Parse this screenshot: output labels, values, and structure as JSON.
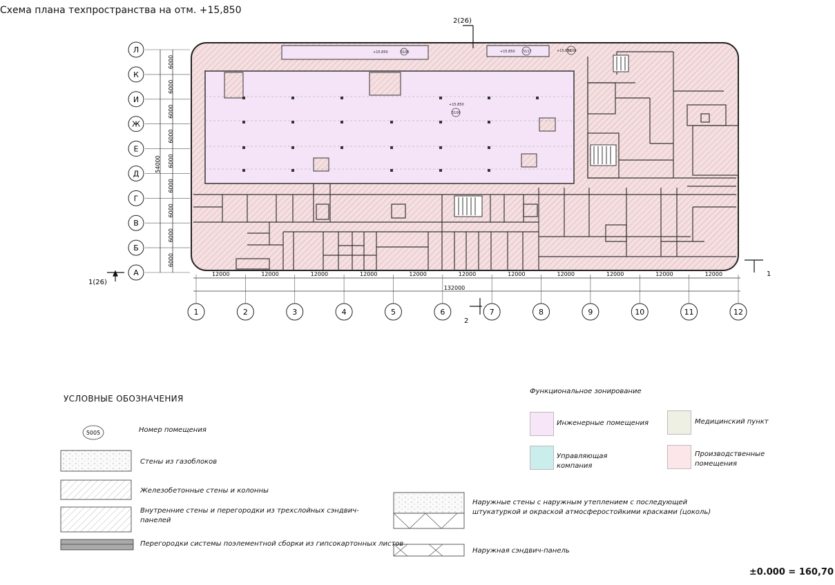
{
  "title": "Схема плана техпространства на отм. +15,850",
  "axes_rows": [
    "Л",
    "К",
    "И",
    "Ж",
    "Е",
    "Д",
    "Г",
    "В",
    "Б",
    "А"
  ],
  "row_dims": [
    "6000",
    "6000",
    "6000",
    "6000",
    "6000",
    "6000",
    "6000",
    "6000",
    "6000"
  ],
  "row_total": "54000",
  "axes_cols": [
    "1",
    "2",
    "3",
    "4",
    "5",
    "6",
    "7",
    "8",
    "9",
    "10",
    "11",
    "12"
  ],
  "col_dims": [
    "12000",
    "12000",
    "12000",
    "12000",
    "12000",
    "12000",
    "12000",
    "12000",
    "12000",
    "12000",
    "12000"
  ],
  "col_total": "132000",
  "section_marks": {
    "top": "2(26)",
    "left": "1(26)",
    "right": "1",
    "bottom": "2"
  },
  "plan_labels": {
    "elev_a": "+15.850",
    "room_a": "5105",
    "elev_b": "+15.850",
    "room_b": "5106",
    "elev_c": "+15.850",
    "room_c": "5117",
    "elev_d": "+15.850",
    "room_d": "5108"
  },
  "legend": {
    "title": "УСЛОВНЫЕ ОБОЗНАЧЕНИЯ",
    "room_number_sample": "5005",
    "room_number": "Номер помещения",
    "aerated_walls": "Стены из газоблоков",
    "concrete_walls": "Железобетонные стены и колонны",
    "sandwich_inner_1": "Внутренние стены и перегородки из трехслойных сэндвич-",
    "sandwich_inner_2": "панелей",
    "gypsum": "Перегородки системы поэлементной сборки из гипсокартонных листов",
    "outer_insulated_1": "Наружные стены с наружным утеплением с последующей",
    "outer_insulated_2": "штукатуркой и окраской атмосферостойкими красками (цоколь)",
    "outer_sandwich": "Наружная сэндвич-панель"
  },
  "zoning": {
    "title": "Функциональное зонирование",
    "engineering": "Инженерные помещения",
    "engineering_color": "#f6e6f8",
    "medical": "Медицинский пункт",
    "medical_color": "#eef0e4",
    "management_1": "Управляющая",
    "management_2": "компания",
    "management_color": "#c9eeec",
    "production_1": "Производственные",
    "production_2": "помещения",
    "production_color": "#fde6e9"
  },
  "elevation_note": "±0.000 = 160,70"
}
